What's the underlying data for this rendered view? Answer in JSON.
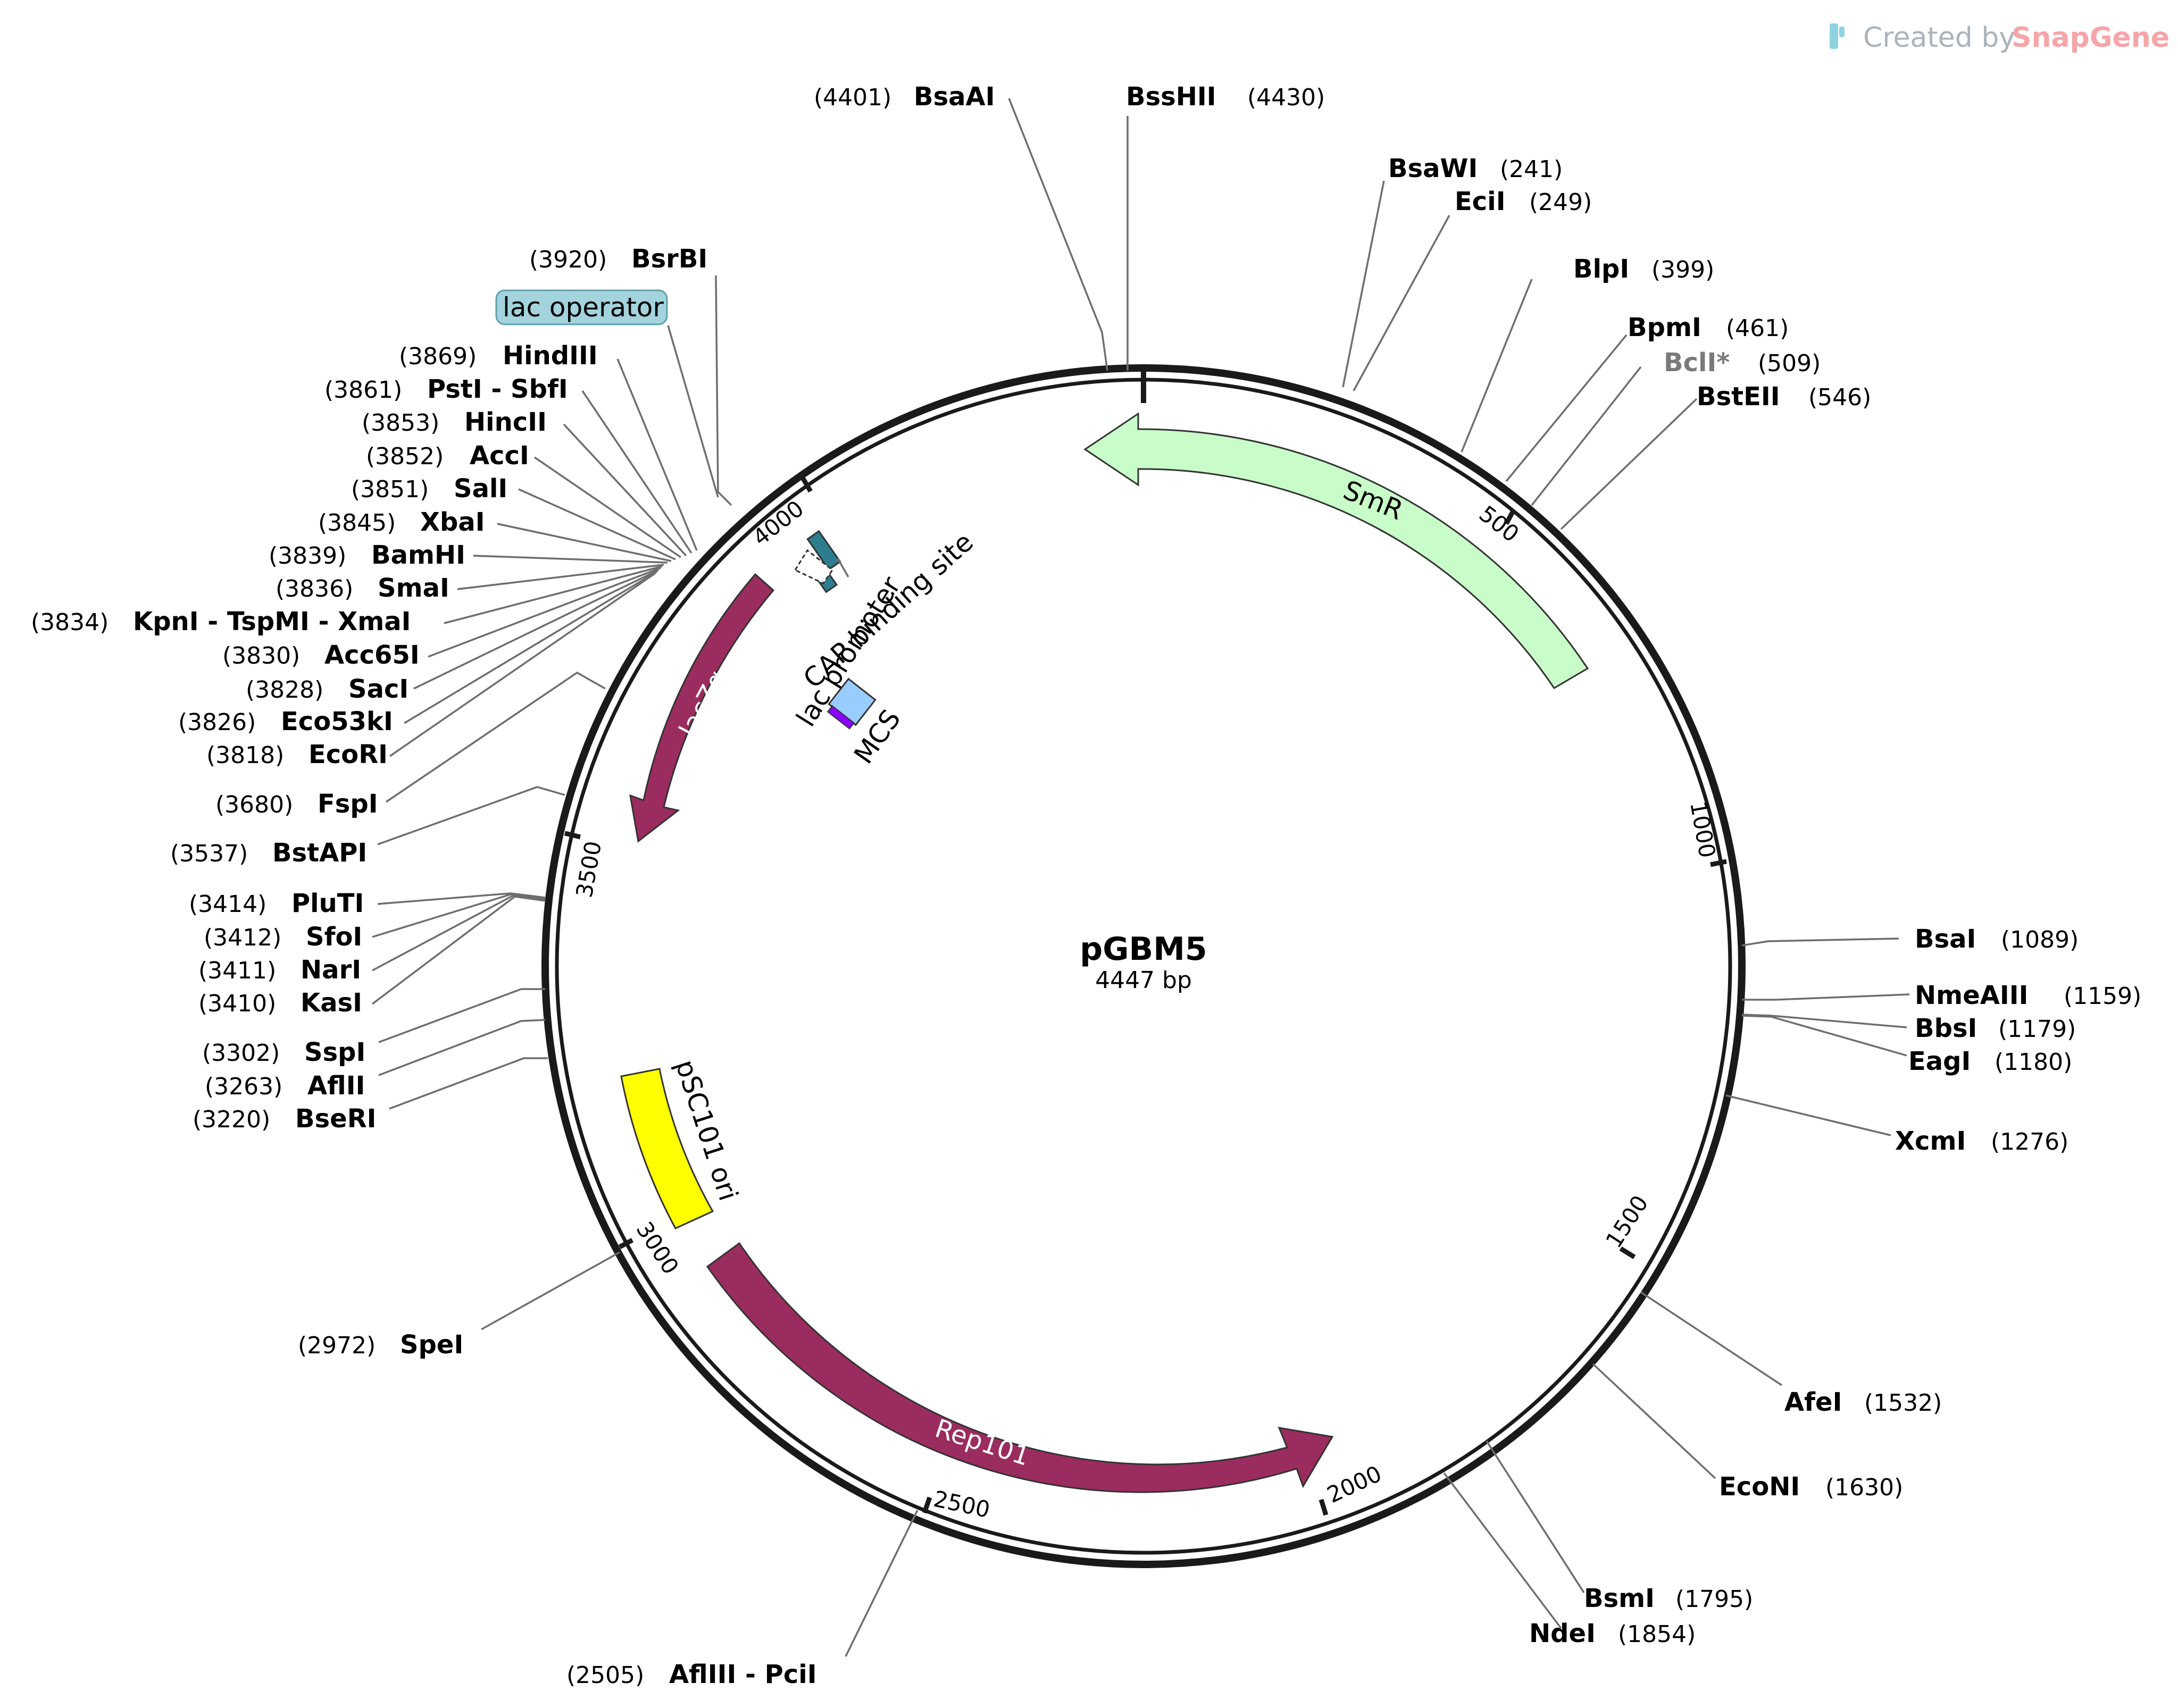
{
  "watermark": {
    "prefix": "Created by",
    "brand": "SnapGene",
    "brand_color": "#f6a5a9"
  },
  "plasmid": {
    "name": "pGBM5",
    "size_label": "4447 bp",
    "total_bp": 4447
  },
  "ticks": [
    "500",
    "1000",
    "1500",
    "2000",
    "2500",
    "3000",
    "3500",
    "4000"
  ],
  "features": {
    "smr": {
      "label": "SmR",
      "color": "#c8fcc8"
    },
    "lacza": {
      "label": "lacZα",
      "color": "#9b2c5f"
    },
    "lac_promoter": {
      "label": "lac promoter"
    },
    "cap_site": {
      "label": "CAP binding site",
      "color": "#2e7d8f"
    },
    "mcs": {
      "label": "MCS",
      "color": "#99ccff"
    },
    "psc101_ori": {
      "label": "pSC101 ori",
      "color": "#ffff00"
    },
    "rep101": {
      "label": "Rep101",
      "color": "#9b2c5f"
    },
    "lac_operator": {
      "label": "lac operator",
      "color": "#a3d3dc"
    }
  },
  "sites": {
    "s01": {
      "pos": "(4401)",
      "name": "BsaAI"
    },
    "s02": {
      "pos": "(4430)",
      "name": "BssHII"
    },
    "s03": {
      "pos": "(241)",
      "name": "BsaWI"
    },
    "s04": {
      "pos": "(249)",
      "name": "EciI"
    },
    "s05": {
      "pos": "(399)",
      "name": "BlpI"
    },
    "s06": {
      "pos": "(461)",
      "name": "BpmI"
    },
    "s07": {
      "pos": "(509)",
      "name": "BclI*"
    },
    "s08": {
      "pos": "(546)",
      "name": "BstEII"
    },
    "s09": {
      "pos": "(3920)",
      "name": "BsrBI"
    },
    "s10": {
      "pos": "(3869)",
      "name": "HindIII"
    },
    "s11": {
      "pos": "(3861)",
      "name": "PstI - SbfI"
    },
    "s12": {
      "pos": "(3853)",
      "name": "HincII"
    },
    "s13": {
      "pos": "(3852)",
      "name": "AccI"
    },
    "s14": {
      "pos": "(3851)",
      "name": "SalI"
    },
    "s15": {
      "pos": "(3845)",
      "name": "XbaI"
    },
    "s16": {
      "pos": "(3839)",
      "name": "BamHI"
    },
    "s17": {
      "pos": "(3836)",
      "name": "SmaI"
    },
    "s18": {
      "pos": "(3834)",
      "name": "KpnI - TspMI - XmaI"
    },
    "s19": {
      "pos": "(3830)",
      "name": "Acc65I"
    },
    "s20": {
      "pos": "(3828)",
      "name": "SacI"
    },
    "s21": {
      "pos": "(3826)",
      "name": "Eco53kI"
    },
    "s22": {
      "pos": "(3818)",
      "name": "EcoRI"
    },
    "s23": {
      "pos": "(3680)",
      "name": "FspI"
    },
    "s24": {
      "pos": "(3537)",
      "name": "BstAPI"
    },
    "s25": {
      "pos": "(3414)",
      "name": "PluTI"
    },
    "s26": {
      "pos": "(3412)",
      "name": "SfoI"
    },
    "s27": {
      "pos": "(3411)",
      "name": "NarI"
    },
    "s28": {
      "pos": "(3410)",
      "name": "KasI"
    },
    "s29": {
      "pos": "(3302)",
      "name": "SspI"
    },
    "s30": {
      "pos": "(3263)",
      "name": "AflII"
    },
    "s31": {
      "pos": "(3220)",
      "name": "BseRI"
    },
    "s32": {
      "pos": "(2972)",
      "name": "SpeI"
    },
    "s33": {
      "pos": "(1089)",
      "name": "BsaI"
    },
    "s34": {
      "pos": "(1159)",
      "name": "NmeAIII"
    },
    "s35": {
      "pos": "(1179)",
      "name": "BbsI"
    },
    "s36": {
      "pos": "(1180)",
      "name": "EagI"
    },
    "s37": {
      "pos": "(1276)",
      "name": "XcmI"
    },
    "s38": {
      "pos": "(1532)",
      "name": "AfeI"
    },
    "s39": {
      "pos": "(1630)",
      "name": "EcoNI"
    },
    "s40": {
      "pos": "(1795)",
      "name": "BsmI"
    },
    "s41": {
      "pos": "(1854)",
      "name": "NdeI"
    },
    "s42": {
      "pos": "(2505)",
      "name": "AflIII - PciI"
    }
  }
}
